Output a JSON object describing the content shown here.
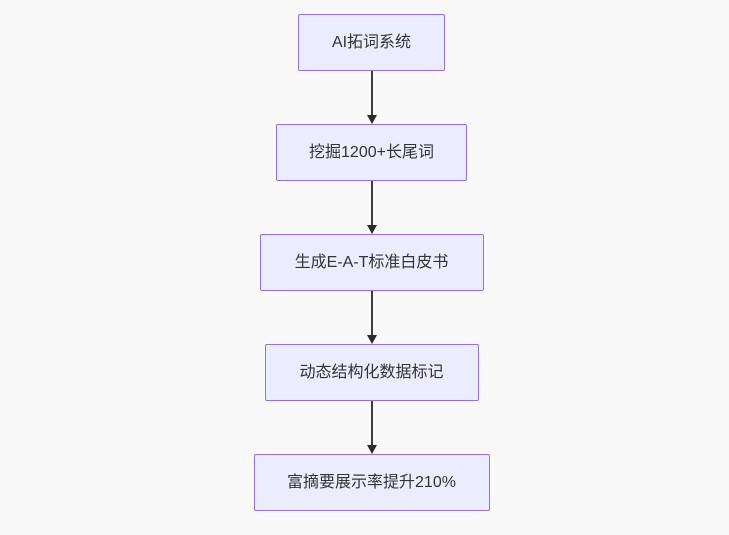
{
  "flowchart": {
    "type": "vertical-flow",
    "nodes": [
      {
        "id": "n1",
        "label": "AI拓词系统"
      },
      {
        "id": "n2",
        "label": "挖掘1200+长尾词"
      },
      {
        "id": "n3",
        "label": "生成E-A-T标准白皮书"
      },
      {
        "id": "n4",
        "label": "动态结构化数据标记"
      },
      {
        "id": "n5",
        "label": "富摘要展示率提升210%"
      }
    ],
    "edges": [
      {
        "from": "n1",
        "to": "n2",
        "style": "arrow-down"
      },
      {
        "from": "n2",
        "to": "n3",
        "style": "arrow-down"
      },
      {
        "from": "n3",
        "to": "n4",
        "style": "arrow-down"
      },
      {
        "from": "n4",
        "to": "n5",
        "style": "arrow-down"
      }
    ],
    "colors": {
      "node_fill": "#ECECFF",
      "node_border": "#9370DB",
      "node_text": "#333333",
      "arrow": "#333333",
      "background": "#f9f9f9"
    }
  }
}
